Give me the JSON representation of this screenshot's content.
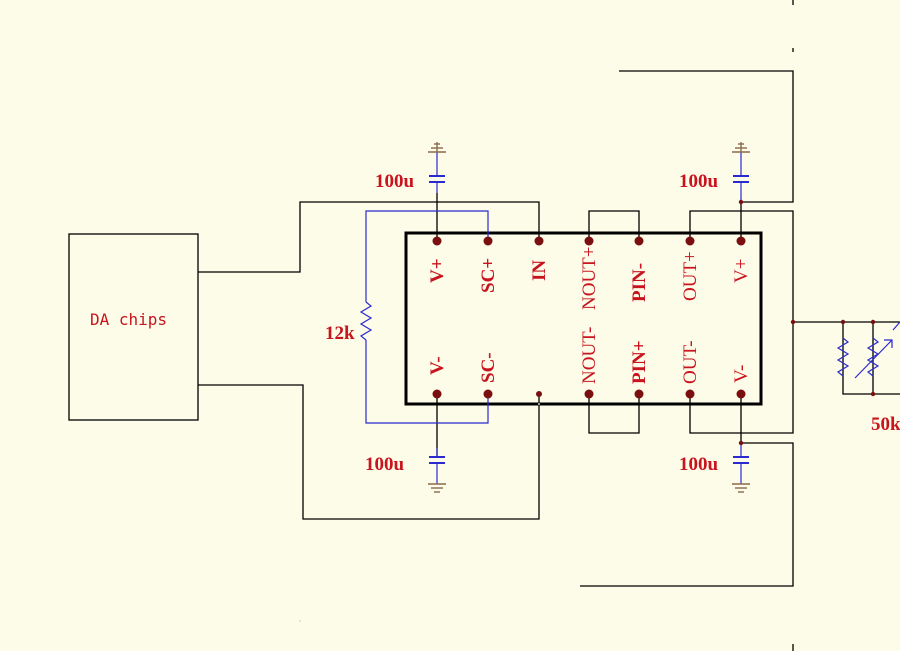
{
  "module": {
    "top_pins": [
      "V+",
      "SC+",
      "IN",
      "NOUT+",
      "PIN-",
      "OUT+",
      "V+"
    ],
    "bottom_pins": [
      "V-",
      "SC-",
      "",
      "NOUT-",
      "PIN+",
      "OUT-",
      "V-"
    ]
  },
  "source_block": {
    "label": "DA chips"
  },
  "capacitors": {
    "c1": "100u",
    "c2": "100u",
    "c3": "100u",
    "c4": "100u"
  },
  "resistors": {
    "r_sc": "12k",
    "pot": "50k"
  },
  "colors": {
    "background": "#fdfce8",
    "wire": "#000000",
    "component": "#2a2ad0",
    "label": "#c8141e",
    "junction": "#7a0f0f"
  }
}
